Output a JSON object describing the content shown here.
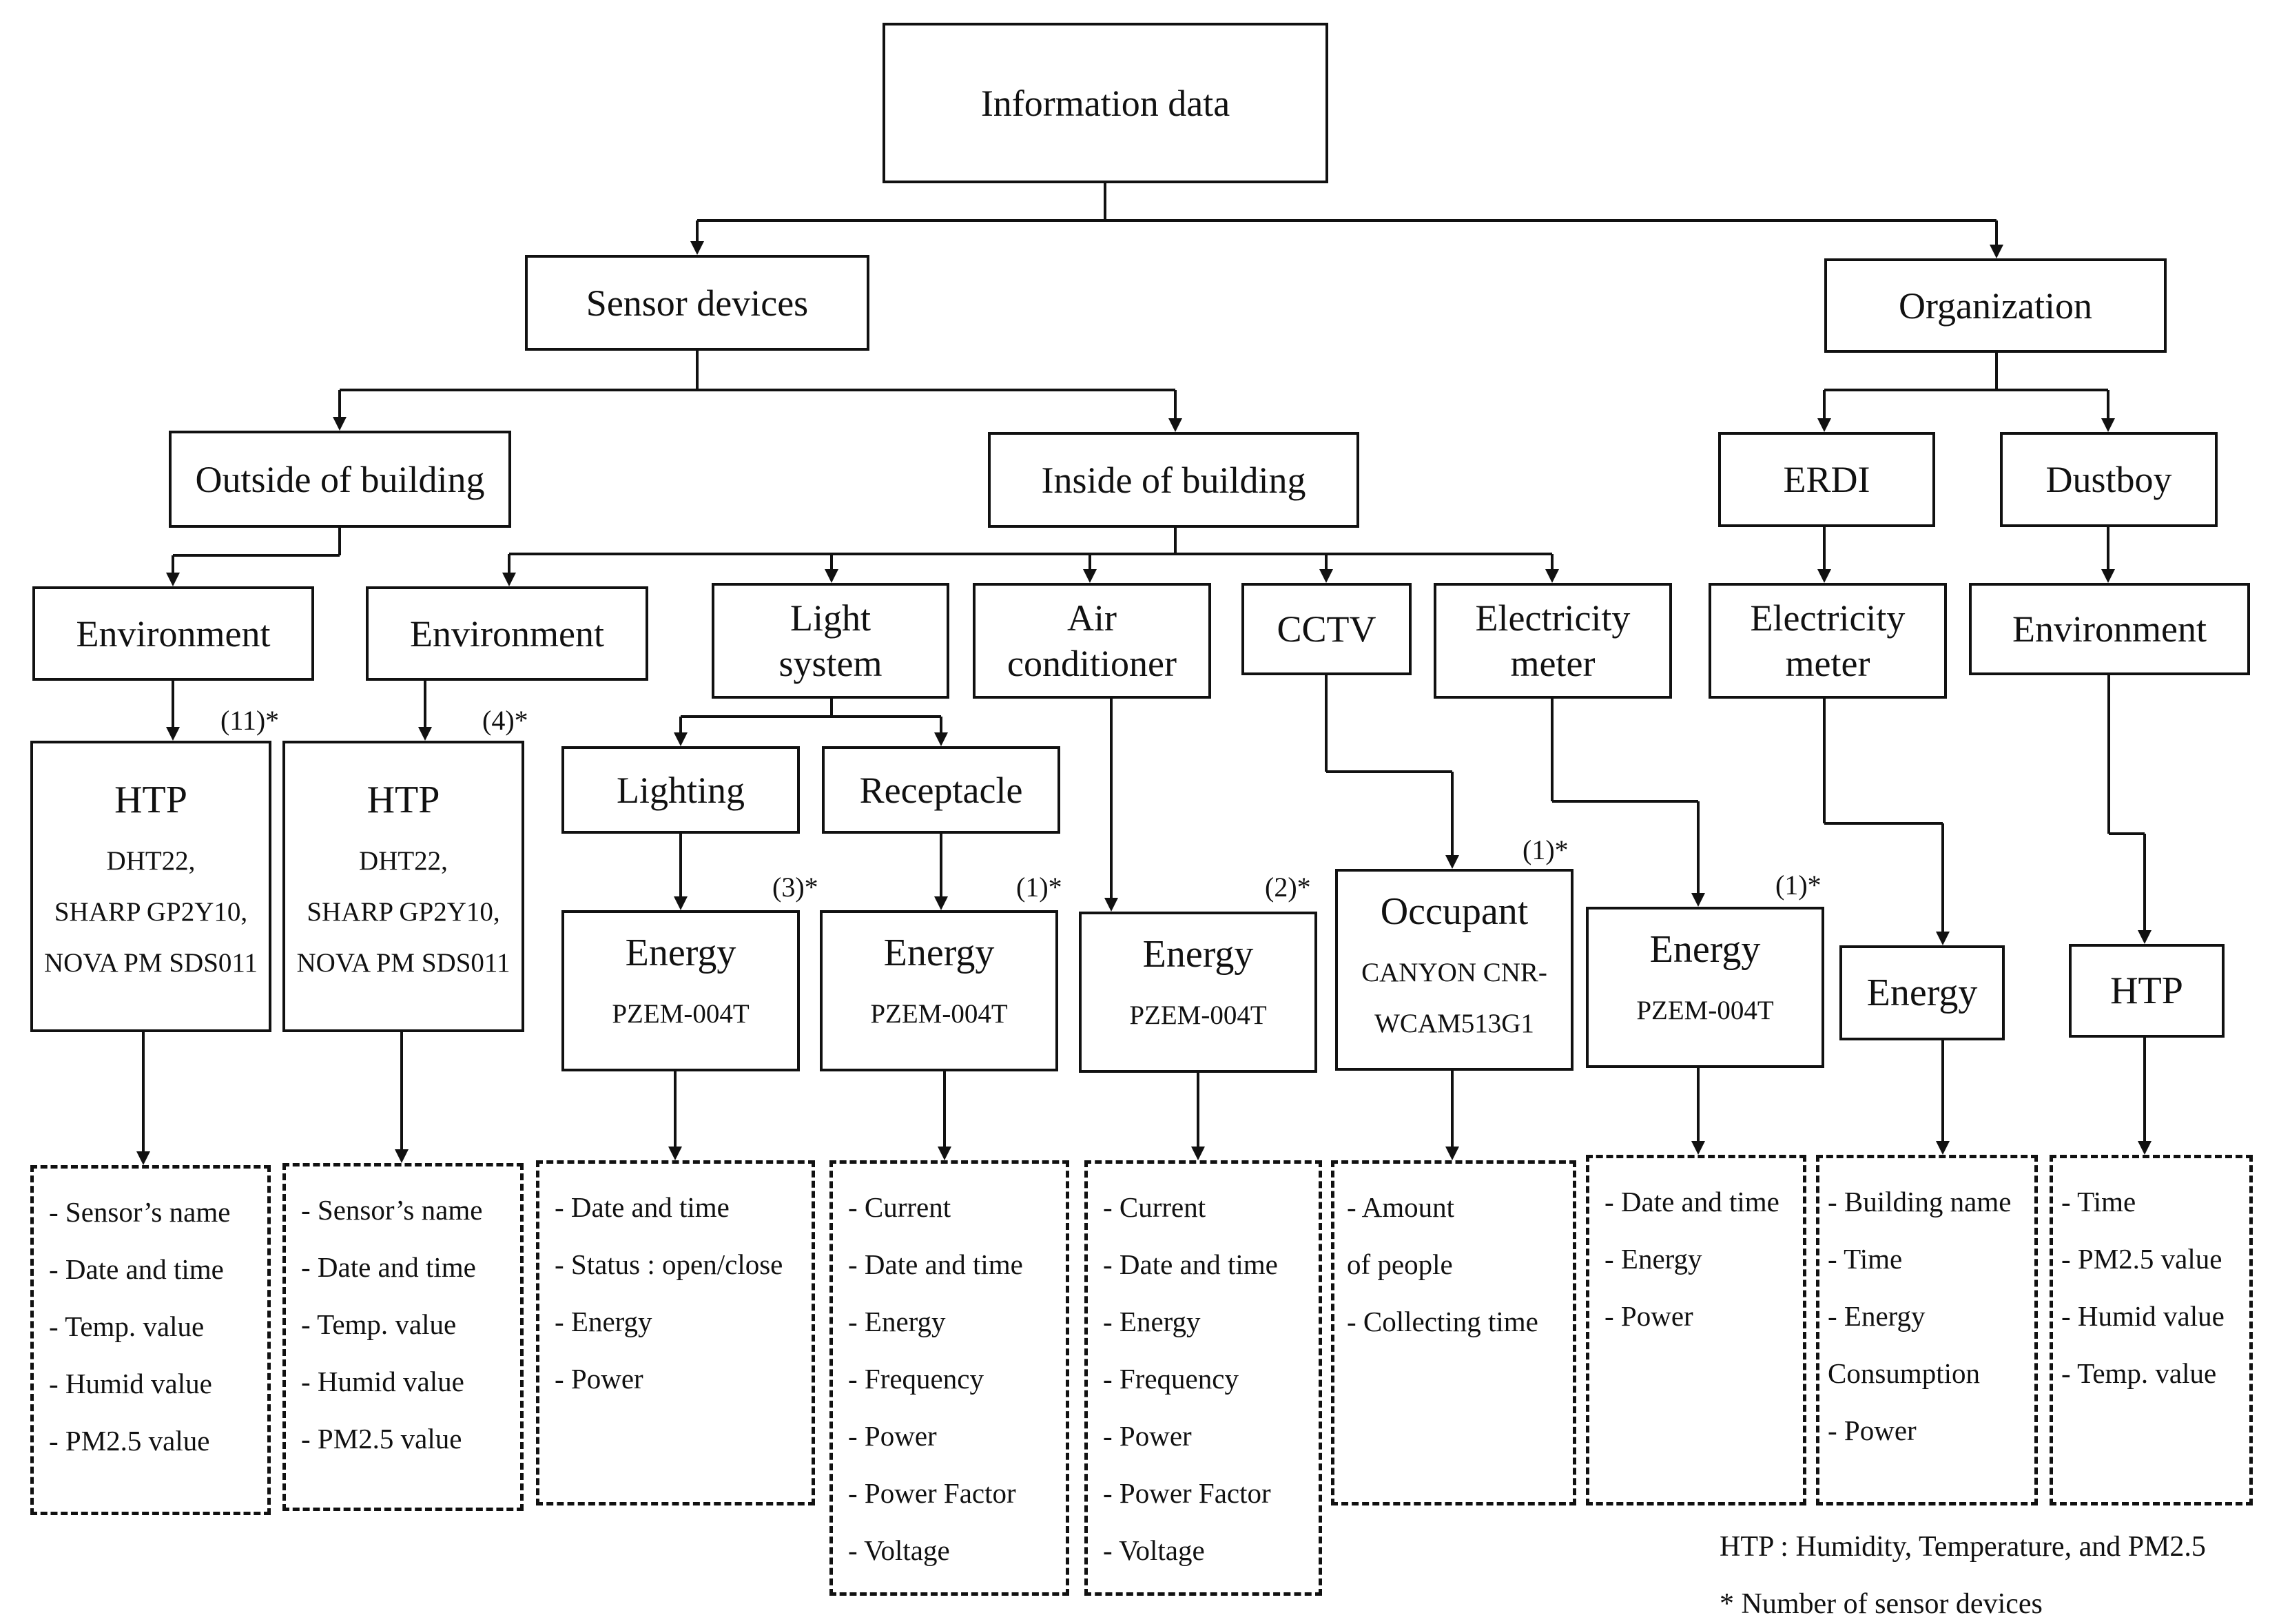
{
  "nodes": {
    "root": "Information data",
    "sensor_devices": "Sensor devices",
    "organization": "Organization",
    "outside_building": "Outside of building",
    "inside_building": "Inside of building",
    "erdi": "ERDI",
    "dustboy": "Dustboy",
    "env_out": "Environment",
    "env_in": "Environment",
    "light_system": "Light\nsystem",
    "air_conditioner": "Air\nconditioner",
    "cctv": "CCTV",
    "elec_meter_in": "Electricity\nmeter",
    "elec_meter_erdi": "Electricity\nmeter",
    "env_dustboy": "Environment",
    "lighting": "Lighting",
    "receptacle": "Receptacle"
  },
  "devices": {
    "htp_out": {
      "title": "HTP",
      "sub": "DHT22,\nSHARP GP2Y10,\nNOVA PM SDS011",
      "count": "(11)*"
    },
    "htp_in": {
      "title": "HTP",
      "sub": "DHT22,\nSHARP GP2Y10,\nNOVA PM SDS011",
      "count": "(4)*"
    },
    "energy_lighting": {
      "title": "Energy",
      "sub": "PZEM-004T",
      "count": "(3)*"
    },
    "energy_receptacle": {
      "title": "Energy",
      "sub": "PZEM-004T",
      "count": "(1)*"
    },
    "energy_air": {
      "title": "Energy",
      "sub": "PZEM-004T",
      "count": "(2)*"
    },
    "occupant": {
      "title": "Occupant",
      "sub": "CANYON CNR-\nWCAM513G1",
      "count": "(1)*"
    },
    "energy_meter": {
      "title": "Energy",
      "sub": "PZEM-004T",
      "count": "(1)*"
    },
    "energy_erdi": {
      "title": "Energy"
    },
    "htp_dustboy": {
      "title": "HTP"
    }
  },
  "data_fields": {
    "htp_out": [
      "- Sensor’s name",
      "- Date and time",
      "- Temp. value",
      "- Humid value",
      "- PM2.5 value"
    ],
    "htp_in": [
      "- Sensor’s name",
      "- Date and time",
      "- Temp. value",
      "- Humid value",
      "- PM2.5 value"
    ],
    "lighting": [
      "- Date and time",
      "- Status : open/close",
      "- Energy",
      "- Power"
    ],
    "receptacle": [
      "- Current",
      "- Date and time",
      "- Energy",
      "- Frequency",
      "- Power",
      "- Power Factor",
      "- Voltage"
    ],
    "air": [
      "- Current",
      "- Date and time",
      "- Energy",
      "- Frequency",
      "- Power",
      "- Power Factor",
      "- Voltage"
    ],
    "occupant": [
      "- Amount",
      "of people",
      "- Collecting time"
    ],
    "meter": [
      "- Date and time",
      "- Energy",
      "- Power"
    ],
    "erdi": [
      "- Building name",
      "- Time",
      "- Energy",
      "Consumption",
      "- Power"
    ],
    "dustboy": [
      "- Time",
      "- PM2.5 value",
      "- Humid value",
      "- Temp. value"
    ]
  },
  "notes": {
    "htp_legend": "HTP : Humidity, Temperature, and PM2.5",
    "count_legend": "* Number of sensor devices"
  }
}
